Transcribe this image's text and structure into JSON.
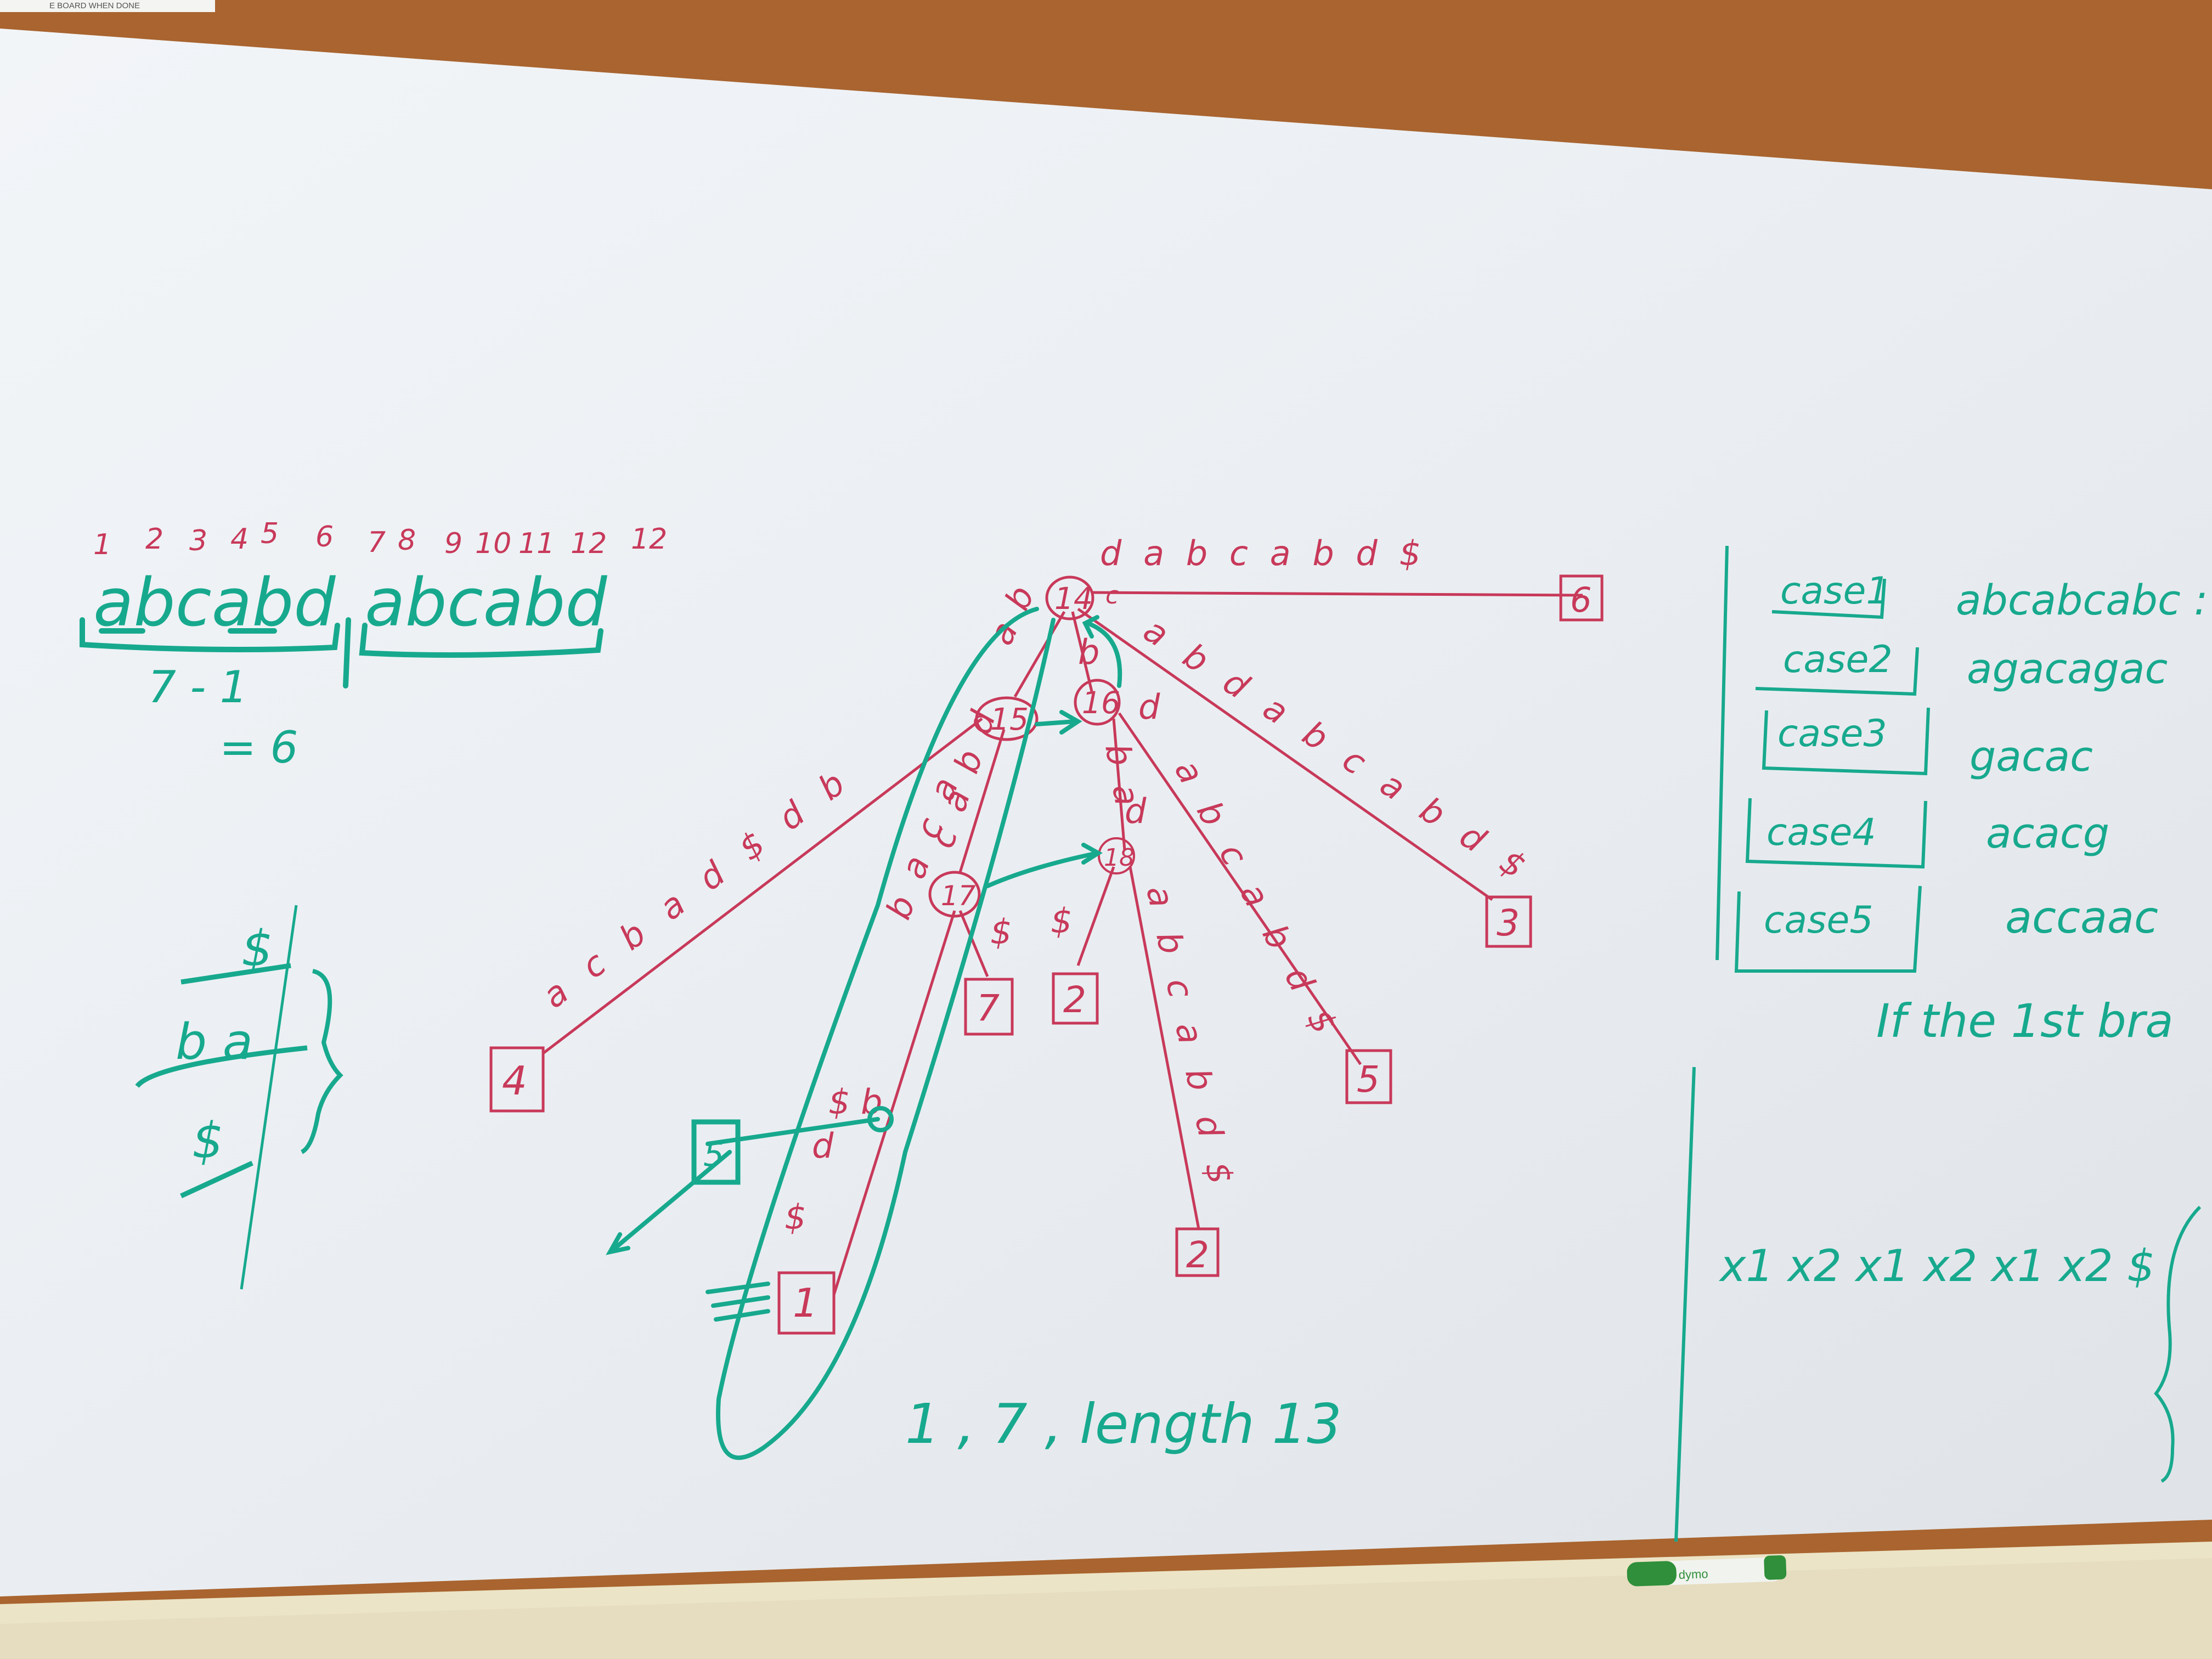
{
  "notice_label": "E BOARD WHEN DONE",
  "left_notes": {
    "index_digits": [
      "1",
      "2",
      "3",
      "4",
      "5",
      "6",
      "7",
      "8",
      "9",
      "10",
      "11",
      "12",
      "12"
    ],
    "string_a": "abcabd",
    "string_b": "abcabd",
    "calc_line1": "7 - 1",
    "calc_line2": "= 6",
    "stack": [
      "$",
      "b a",
      "$"
    ]
  },
  "tree": {
    "root_label": "14",
    "internal_labels": [
      "15",
      "16",
      "17",
      "18"
    ],
    "leaf_labels": [
      "6",
      "3",
      "5",
      "2",
      "2",
      "7",
      "4",
      "1",
      "5"
    ],
    "top_edge": "d a b c a b d $",
    "edges": [
      "c",
      "a b d a b c a b d $",
      "a b",
      "b",
      "a c b a d $ d b",
      "c a b d",
      "d",
      "a b c a b d $",
      "b a",
      "d",
      "$",
      "a b c a b d $",
      "$",
      "b a c a",
      "$ b",
      "d",
      "$"
    ],
    "result": "1 , 7 , length 13"
  },
  "cases": [
    {
      "label": "case1",
      "value": "abcabcabc :"
    },
    {
      "label": "case2",
      "value": "agacagac"
    },
    {
      "label": "case3",
      "value": "gacac"
    },
    {
      "label": "case4",
      "value": "acacg"
    },
    {
      "label": "case5",
      "value": "accaac"
    }
  ],
  "if_line": "If the 1st bra",
  "formula": "x1 x2 x1 x2 x1 x2 $",
  "marker_label": "dymo",
  "colors": {
    "board": "#ffffff",
    "frame": "#b46a3a",
    "red_marker": "#c8395a",
    "green_marker": "#17a98e",
    "wall": "#ece4c6"
  }
}
